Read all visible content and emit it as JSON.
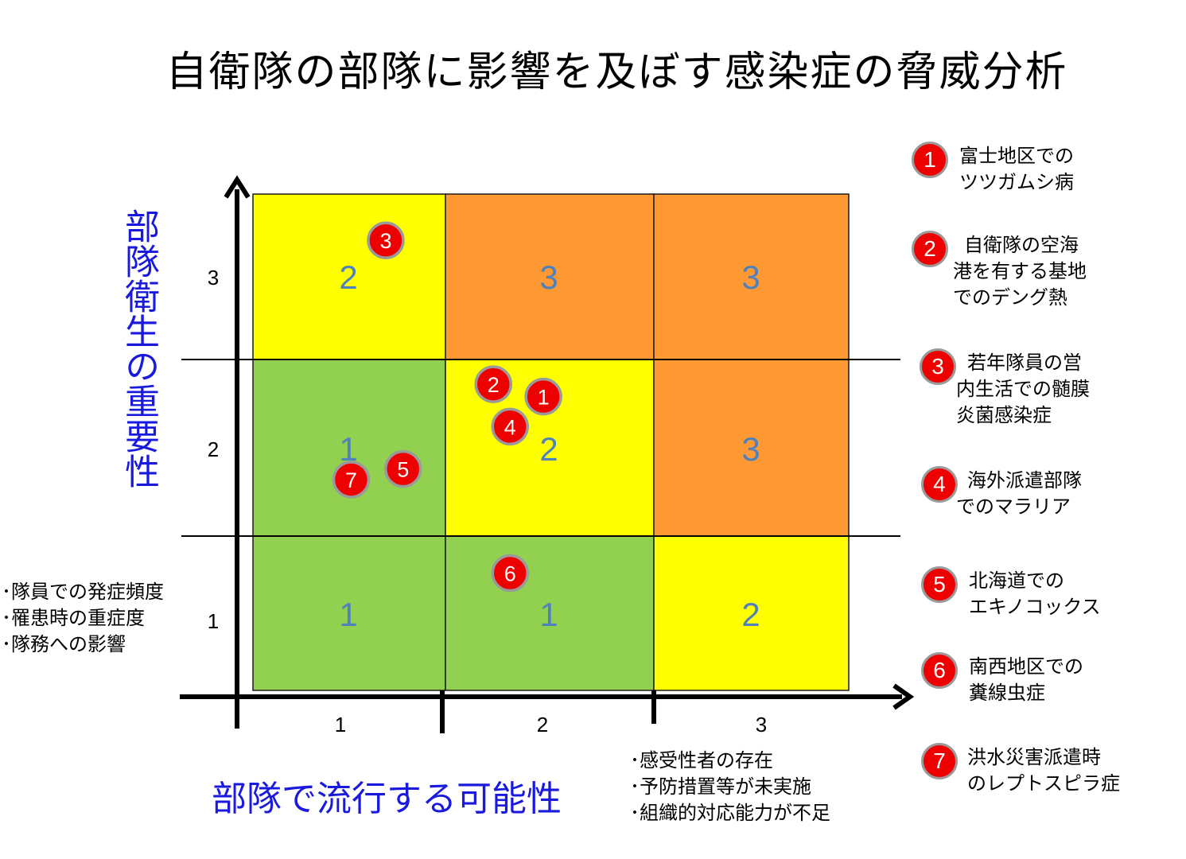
{
  "title": "自衛隊の部隊に影響を及ぼす感染症の脅威分析",
  "chart_data": {
    "type": "heatmap",
    "ylabel": "部隊衛生の重要性",
    "xlabel": "部隊で流行する可能性",
    "x_ticks": [
      "1",
      "2",
      "3"
    ],
    "y_ticks": [
      "1",
      "2",
      "3"
    ],
    "grid": [
      {
        "x": 1,
        "y": 3,
        "score": "2",
        "color": "#ffff00"
      },
      {
        "x": 2,
        "y": 3,
        "score": "3",
        "color": "#ff9933"
      },
      {
        "x": 3,
        "y": 3,
        "score": "3",
        "color": "#ff9933"
      },
      {
        "x": 1,
        "y": 2,
        "score": "1",
        "color": "#92d050"
      },
      {
        "x": 2,
        "y": 2,
        "score": "2",
        "color": "#ffff00"
      },
      {
        "x": 3,
        "y": 2,
        "score": "3",
        "color": "#ff9933"
      },
      {
        "x": 1,
        "y": 1,
        "score": "1",
        "color": "#92d050"
      },
      {
        "x": 2,
        "y": 1,
        "score": "1",
        "color": "#92d050"
      },
      {
        "x": 3,
        "y": 1,
        "score": "2",
        "color": "#ffff00"
      }
    ],
    "markers": [
      {
        "id": "1",
        "x": 2.47,
        "y": 2.79
      },
      {
        "id": "2",
        "x": 2.23,
        "y": 2.86
      },
      {
        "id": "3",
        "x": 1.69,
        "y": 3.72
      },
      {
        "id": "4",
        "x": 2.31,
        "y": 2.62
      },
      {
        "id": "5",
        "x": 1.78,
        "y": 2.38
      },
      {
        "id": "6",
        "x": 2.31,
        "y": 1.76
      },
      {
        "id": "7",
        "x": 1.51,
        "y": 2.32
      }
    ],
    "marker_color": "#ee0000",
    "y_factors": [
      "･隊員での発症頻度",
      "･罹患時の重症度",
      "･隊務への影響"
    ],
    "x_factors": [
      "･感受性者の存在",
      "･予防措置等が未実施",
      "･組織的対応能力が不足"
    ]
  },
  "legend": [
    {
      "id": "1",
      "lines": [
        "富士地区での",
        "ツツガムシ病"
      ]
    },
    {
      "id": "2",
      "lines": [
        "自衛隊の空海",
        "港を有する基地",
        "でのデング熱"
      ]
    },
    {
      "id": "3",
      "lines": [
        "若年隊員の営",
        "内生活での髄膜",
        "炎菌感染症"
      ]
    },
    {
      "id": "4",
      "lines": [
        "海外派遣部隊",
        "でのマラリア"
      ]
    },
    {
      "id": "5",
      "lines": [
        "北海道での",
        "エキノコックス"
      ]
    },
    {
      "id": "6",
      "lines": [
        "南西地区での",
        "糞線虫症"
      ]
    },
    {
      "id": "7",
      "lines": [
        "洪水災害派遣時",
        "のレプトスピラ症"
      ]
    }
  ]
}
